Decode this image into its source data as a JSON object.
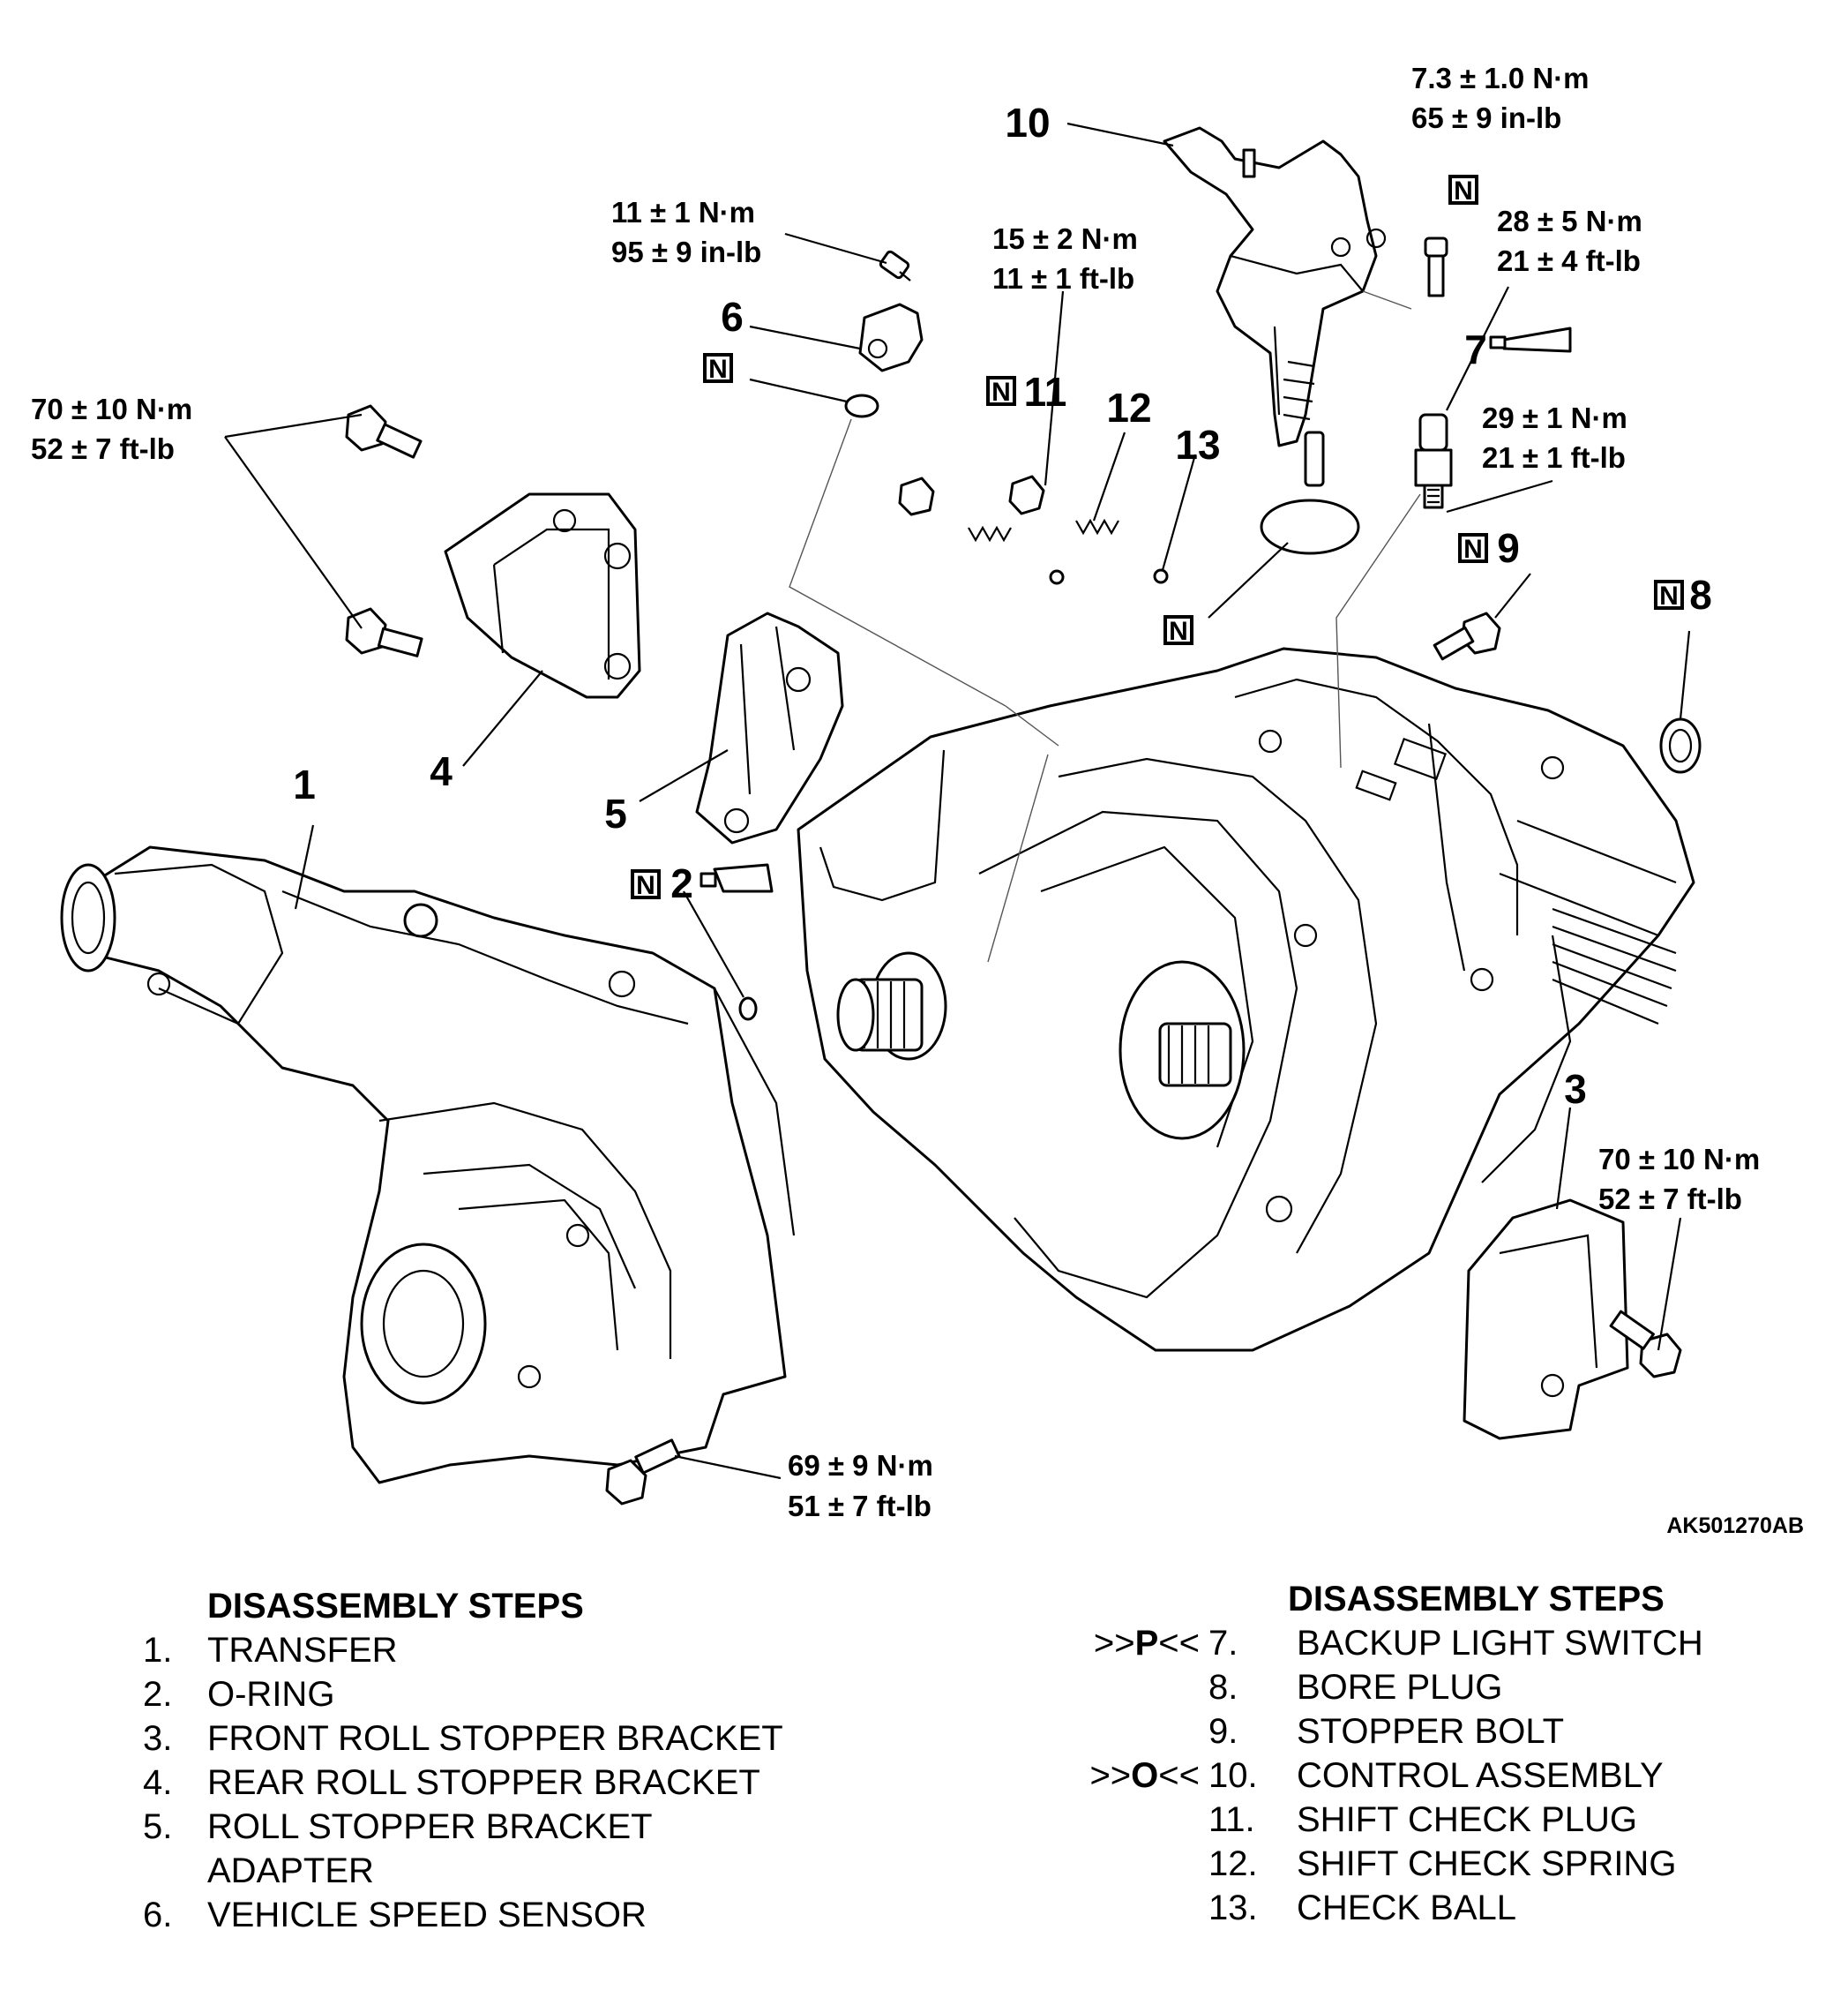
{
  "figure_code": "AK501270AB",
  "part_numbers": [
    "1",
    "2",
    "3",
    "4",
    "5",
    "6",
    "7",
    "8",
    "9",
    "10",
    "11",
    "12",
    "13"
  ],
  "nbox_symbol": "N",
  "torque": {
    "t_10_top_nm": "7.3 ± 1.0 N·m",
    "t_10_top_imp": "65 ± 9 in-lb",
    "t_6_nm": "11 ± 1 N·m",
    "t_6_imp": "95 ± 9 in-lb",
    "t_11_nm": "15 ± 2 N·m",
    "t_11_imp": "11 ± 1 ft-lb",
    "t_7a_nm": "28 ± 5 N·m",
    "t_7a_imp": "21 ± 4 ft-lb",
    "t_9_nm": "29 ± 1 N·m",
    "t_9_imp": "21 ± 1 ft-lb",
    "t_4_nm": "70 ± 10 N·m",
    "t_4_imp": "52 ± 7 ft-lb",
    "t_3_nm": "70 ± 10 N·m",
    "t_3_imp": "52 ± 7 ft-lb",
    "t_1_nm": "69 ± 9 N·m",
    "t_1_imp": "51 ± 7 ft-lb"
  },
  "steps_left": {
    "heading": "DISASSEMBLY STEPS",
    "items": [
      {
        "no": "1.",
        "text": "TRANSFER"
      },
      {
        "no": "2.",
        "text": "O-RING"
      },
      {
        "no": "3.",
        "text": "FRONT ROLL STOPPER BRACKET"
      },
      {
        "no": "4.",
        "text": "REAR ROLL STOPPER BRACKET"
      },
      {
        "no": "5.",
        "text": "ROLL STOPPER BRACKET"
      },
      {
        "no": "",
        "text": "ADAPTER"
      },
      {
        "no": "6.",
        "text": "VEHICLE SPEED SENSOR"
      }
    ]
  },
  "steps_right": {
    "heading": "DISASSEMBLY STEPS",
    "items": [
      {
        "prefix_open": ">>",
        "prefix_letter": "P",
        "prefix_close": "<<",
        "no": "7.",
        "text": "BACKUP LIGHT SWITCH"
      },
      {
        "prefix_open": "",
        "prefix_letter": "",
        "prefix_close": "",
        "no": "8.",
        "text": "BORE PLUG"
      },
      {
        "prefix_open": "",
        "prefix_letter": "",
        "prefix_close": "",
        "no": "9.",
        "text": "STOPPER BOLT"
      },
      {
        "prefix_open": ">>",
        "prefix_letter": "O",
        "prefix_close": "<<",
        "no": "10.",
        "text": "CONTROL ASSEMBLY"
      },
      {
        "prefix_open": "",
        "prefix_letter": "",
        "prefix_close": "",
        "no": "11.",
        "text": "SHIFT CHECK PLUG"
      },
      {
        "prefix_open": "",
        "prefix_letter": "",
        "prefix_close": "",
        "no": "12.",
        "text": "SHIFT CHECK SPRING"
      },
      {
        "prefix_open": "",
        "prefix_letter": "",
        "prefix_close": "",
        "no": "13.",
        "text": "CHECK BALL"
      }
    ]
  }
}
